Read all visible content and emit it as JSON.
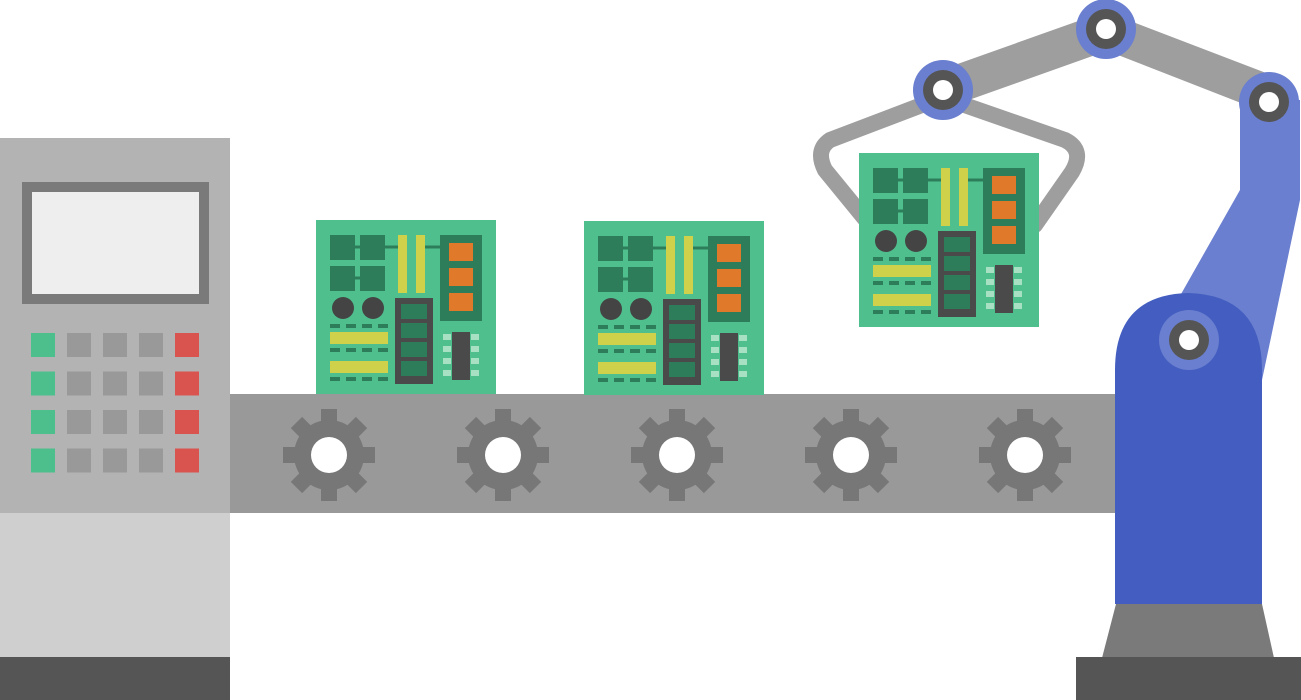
{
  "scene": {
    "title": "",
    "colors": {
      "background": "#ffffff",
      "machine_body": "#b3b3b3",
      "machine_lower": "#cfcfcf",
      "machine_base": "#555555",
      "screen_frame": "#7a7a7a",
      "screen": "#eeeeee",
      "key_green": "#4dbf8c",
      "key_gray": "#999999",
      "key_red": "#d9534f",
      "belt": "#999999",
      "gear": "#777777",
      "pcb": "#4fc08d",
      "pcb_dark": "#2e7d5a",
      "pcb_chip": "#4a4a4a",
      "pcb_orange": "#e07a2a",
      "pcb_yellow": "#cfd14a",
      "pcb_pad": "#a8e0c4",
      "arm_blue": "#6a7fcf",
      "arm_blue_dark": "#435ec0",
      "arm_gray": "#9e9e9e",
      "joint_ring": "#6a7fcf",
      "joint_dark": "#555555",
      "arm_base": "#7a7a7a",
      "arm_foot": "#555555"
    },
    "icons": {
      "control_panel": "control-panel-icon",
      "gear": "gear-icon",
      "circuit_board": "circuit-board-icon",
      "robot_arm": "robot-arm-icon"
    },
    "keypad_layout": [
      [
        "green",
        "gray",
        "gray",
        "gray",
        "red"
      ],
      [
        "green",
        "gray",
        "gray",
        "gray",
        "red"
      ],
      [
        "green",
        "gray",
        "gray",
        "gray",
        "red"
      ],
      [
        "green",
        "gray",
        "gray",
        "gray",
        "red"
      ]
    ],
    "gear_count": 5,
    "board_count": 3
  }
}
